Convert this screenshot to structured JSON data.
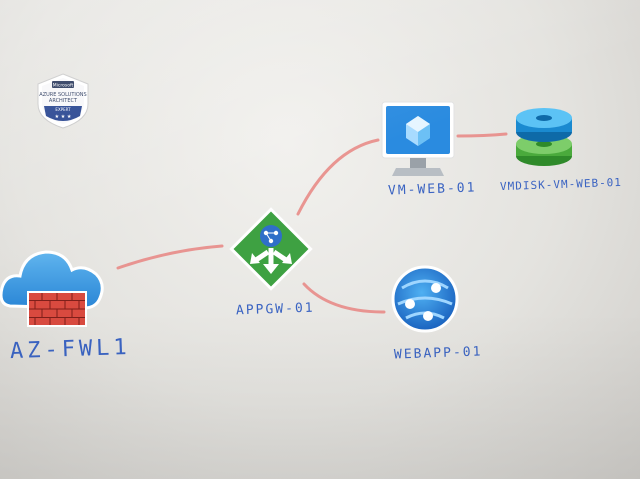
{
  "labels": {
    "firewall": "AZ-FWL1",
    "app_gateway": "APPGW-01",
    "vm": "VM-WEB-01",
    "disk": "VMDISK-VM-WEB-01",
    "webapp": "WEBAPP-01"
  },
  "badge": {
    "brand": "Microsoft",
    "cert_line1": "AZURE SOLUTIONS",
    "cert_line2": "ARCHITECT",
    "level": "EXPERT"
  },
  "icons": {
    "badge": "certification-badge-icon",
    "firewall": "firewall-icon",
    "app_gateway": "application-gateway-icon",
    "vm": "virtual-machine-icon",
    "disk": "managed-disk-icon",
    "webapp": "web-app-icon"
  },
  "colors": {
    "connector": "#e88b87",
    "handwriting": "#3a63c2",
    "azure_blue": "#3b9be5",
    "gateway_green": "#3ea142",
    "firewall_red": "#d94a3f",
    "disk_green": "#4aaa3c"
  }
}
